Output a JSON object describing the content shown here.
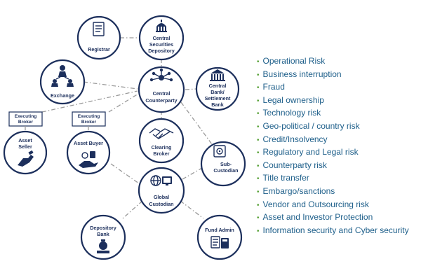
{
  "nodes": {
    "registrar": "Registrar",
    "csd": [
      "Central",
      "Securities",
      "Depository"
    ],
    "exchange": "Exchange",
    "ccp": [
      "Central",
      "Counterparty"
    ],
    "central_bank": [
      "Central",
      "Bank/",
      "Settlement",
      "Bank"
    ],
    "clearing_broker": [
      "Clearing",
      "Broker"
    ],
    "asset_seller": [
      "Asset",
      "Seller"
    ],
    "asset_buyer": "Asset Buyer",
    "sub_custodian": [
      "Sub-",
      "Custodian"
    ],
    "global_custodian": [
      "Global",
      "Custodian"
    ],
    "depository_bank": [
      "Depository",
      "Bank"
    ],
    "fund_admin": "Fund Admin"
  },
  "brokers": {
    "left": [
      "Executing",
      "Broker"
    ],
    "right": [
      "Executing",
      "Broker"
    ]
  },
  "risks": [
    "Operational Risk",
    "Business interruption",
    "Fraud",
    "Legal ownership",
    "Technology risk",
    "Geo-political / country risk",
    "Credit/Insolvency",
    "Regulatory and Legal risk",
    "Counterparty risk",
    "Title transfer",
    "Embargo/sanctions",
    "Vendor and Outsourcing risk",
    "Asset and Investor Protection",
    "Information security and Cyber security"
  ],
  "colors": {
    "node_outline": "#1c2f5c",
    "risk_text": "#1e5f8a",
    "bullet": "#5aa33a",
    "connector": "#9a9a9a"
  }
}
